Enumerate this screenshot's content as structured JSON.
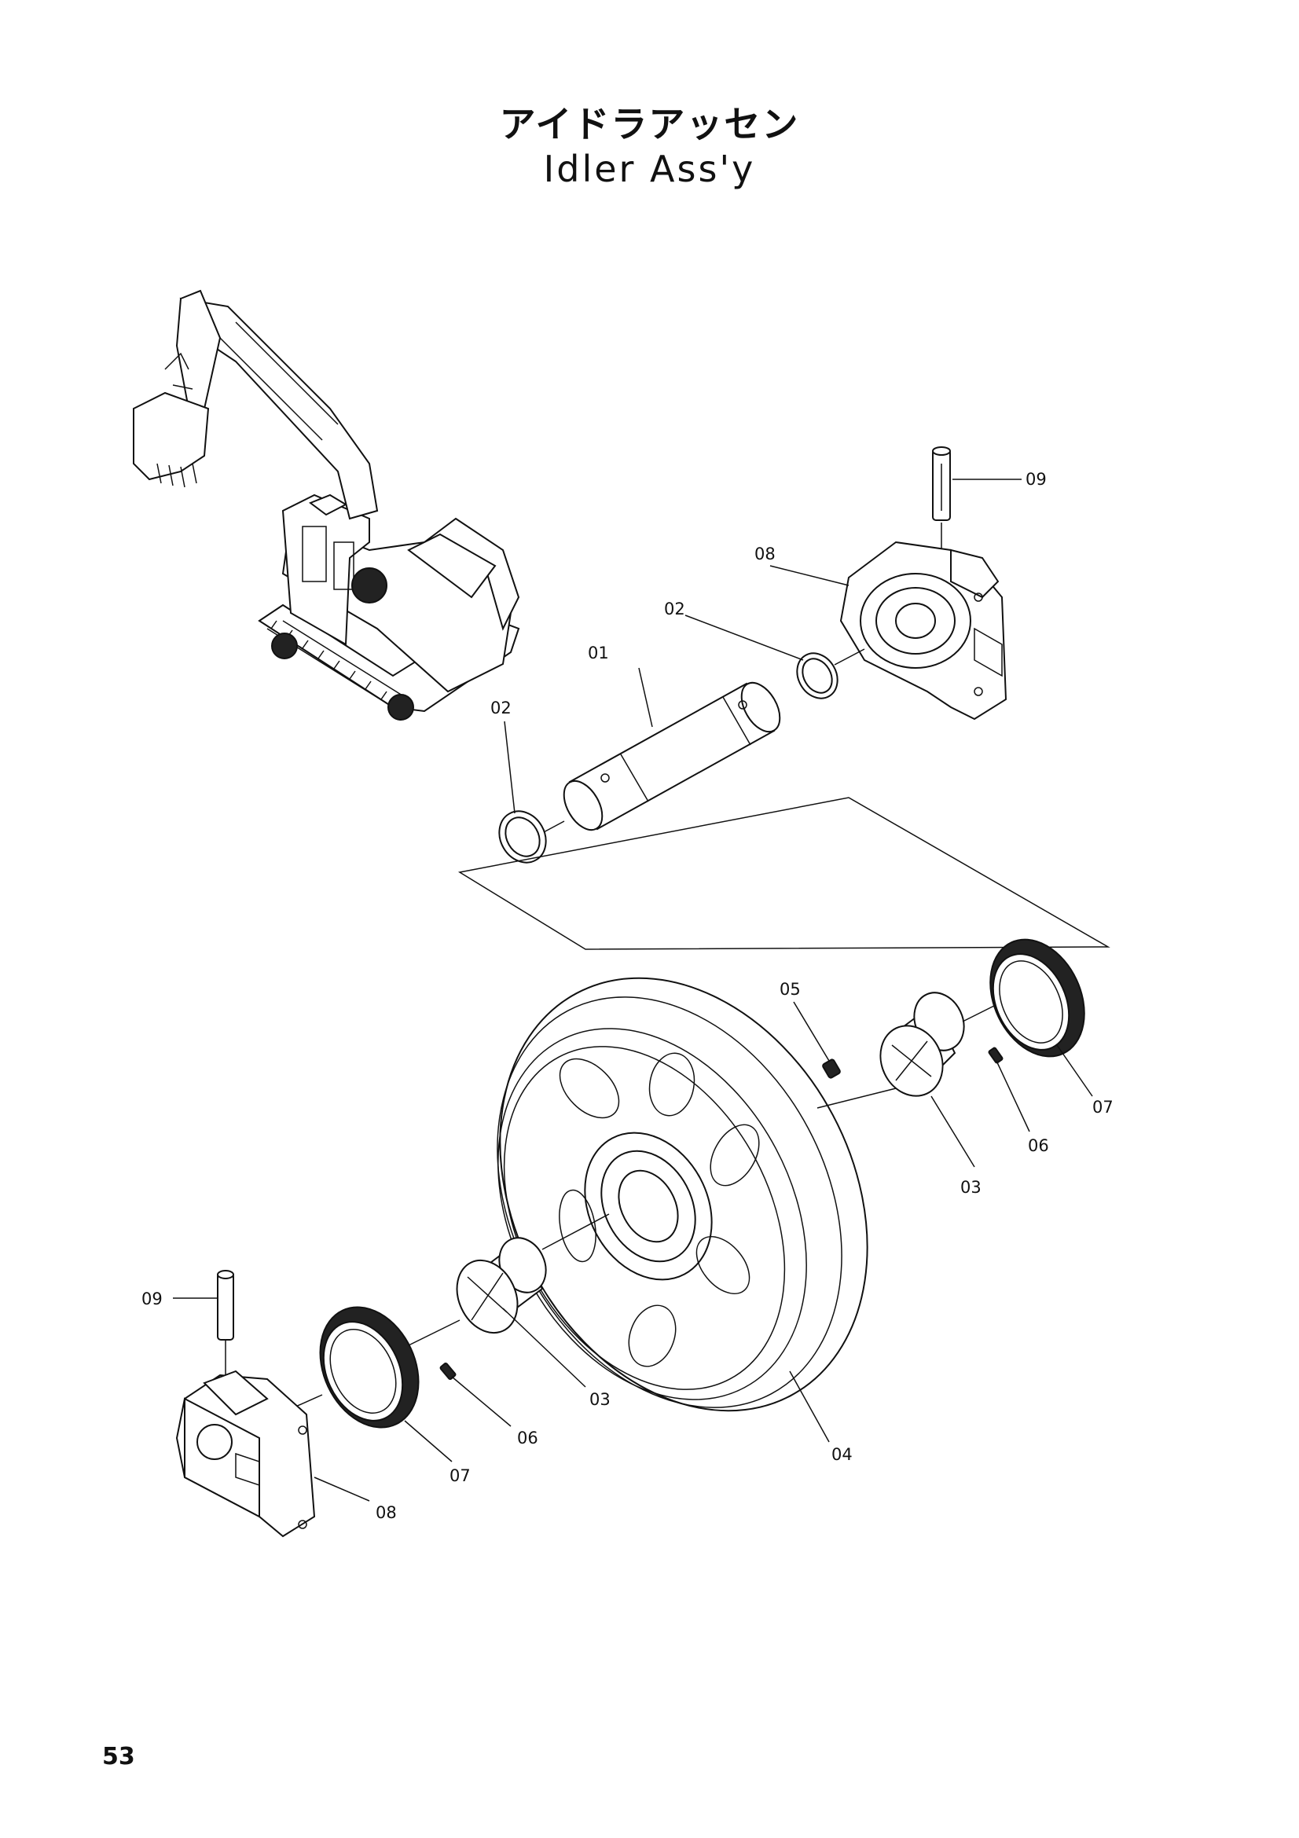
{
  "title": {
    "japanese": "アイドラアッセン",
    "english": "Idler Ass'y"
  },
  "page_number": "53",
  "callouts": [
    {
      "id": "01",
      "part": "shaft"
    },
    {
      "id": "02",
      "part": "o-ring-right"
    },
    {
      "id": "02b",
      "label": "02",
      "part": "o-ring-left"
    },
    {
      "id": "03",
      "part": "bushing-right"
    },
    {
      "id": "03b",
      "label": "03",
      "part": "bushing-left"
    },
    {
      "id": "04",
      "part": "idler-wheel"
    },
    {
      "id": "05",
      "part": "plug"
    },
    {
      "id": "06",
      "part": "screw-right"
    },
    {
      "id": "06b",
      "label": "06",
      "part": "screw-left"
    },
    {
      "id": "07",
      "part": "seal-right"
    },
    {
      "id": "07b",
      "label": "07",
      "part": "seal-left"
    },
    {
      "id": "08",
      "part": "support-right"
    },
    {
      "id": "08b",
      "label": "08",
      "part": "support-left"
    },
    {
      "id": "09",
      "part": "pin-right"
    },
    {
      "id": "09b",
      "label": "09",
      "part": "pin-left"
    }
  ],
  "labels": {
    "l01": "01",
    "l02a": "02",
    "l02b": "02",
    "l03a": "03",
    "l03b": "03",
    "l04": "04",
    "l05": "05",
    "l06a": "06",
    "l06b": "06",
    "l07a": "07",
    "l07b": "07",
    "l08a": "08",
    "l08b": "08",
    "l09a": "09",
    "l09b": "09"
  },
  "icons": {
    "excavator": "excavator-illustration",
    "idler": "idler-wheel-drawing"
  }
}
